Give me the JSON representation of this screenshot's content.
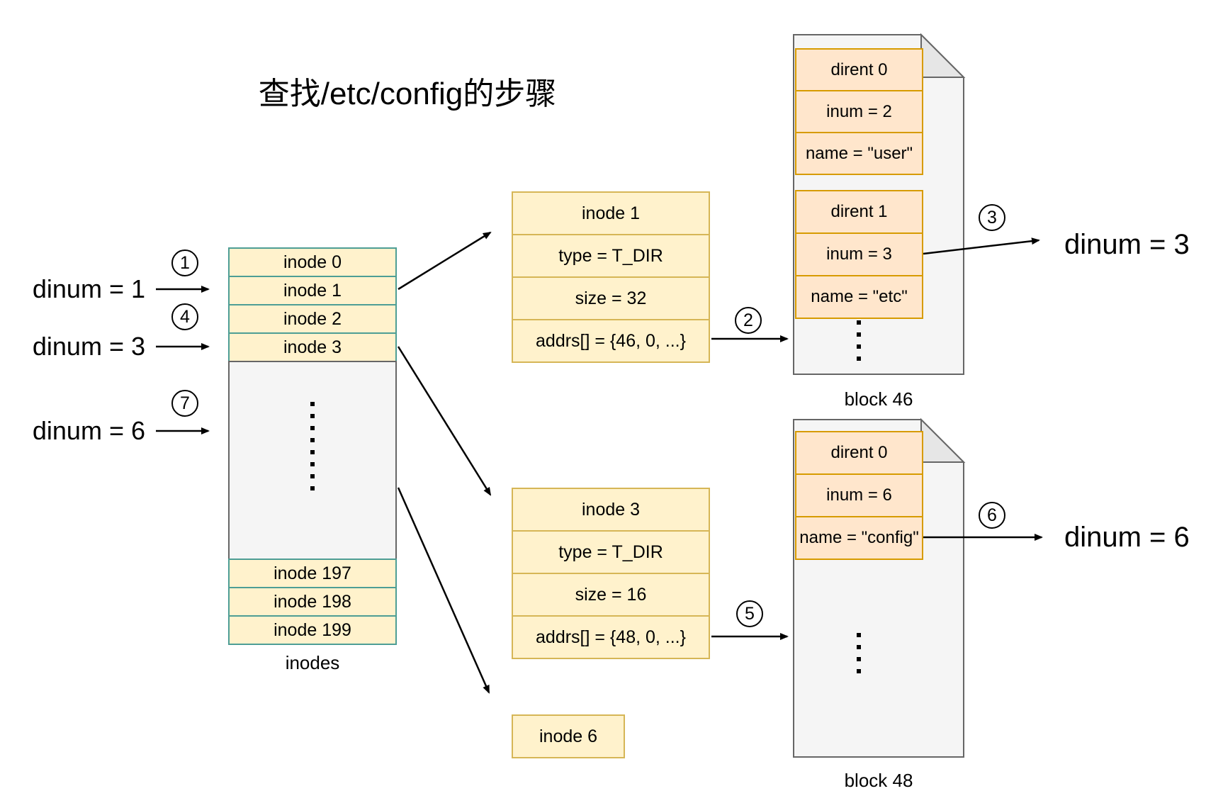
{
  "title": "查找/etc/config的步骤",
  "left_queries": [
    {
      "step": "1",
      "label": "dinum = 1"
    },
    {
      "step": "4",
      "label": "dinum = 3"
    },
    {
      "step": "7",
      "label": "dinum = 6"
    }
  ],
  "inodes_table": {
    "caption": "inodes",
    "top_rows": [
      "inode 0",
      "inode 1",
      "inode 2",
      "inode 3"
    ],
    "bottom_rows": [
      "inode 197",
      "inode 198",
      "inode 199"
    ]
  },
  "inode_boxes": {
    "inode1": {
      "rows": [
        "inode 1",
        "type = T_DIR",
        "size = 32",
        "addrs[] = {46, 0, ...}"
      ]
    },
    "inode3": {
      "rows": [
        "inode 3",
        "type = T_DIR",
        "size = 16",
        "addrs[] = {48, 0, ...}"
      ]
    },
    "inode6": {
      "label": "inode 6"
    }
  },
  "blocks": {
    "block46": {
      "caption": "block 46",
      "dirent0": {
        "rows": [
          "dirent 0",
          "inum = 2",
          "name = \"user\""
        ]
      },
      "dirent1": {
        "rows": [
          "dirent 1",
          "inum = 3",
          "name = \"etc\""
        ]
      }
    },
    "block48": {
      "caption": "block 48",
      "dirent0": {
        "rows": [
          "dirent 0",
          "inum = 6",
          "name = \"config\""
        ]
      }
    }
  },
  "step_badges": {
    "step2": "2",
    "step3": "3",
    "step5": "5",
    "step6": "6"
  },
  "results": [
    {
      "label": "dinum = 3"
    },
    {
      "label": "dinum = 6"
    }
  ],
  "colors": {
    "yellow_fill": "#FFF2CC",
    "yellow_stroke": "#D6B656",
    "teal_stroke": "#4D9E95",
    "orange_fill": "#FFE6CC",
    "orange_stroke": "#D79B00",
    "gray_fill": "#F5F5F5",
    "gray_stroke": "#666666",
    "arrow_color": "#000000"
  }
}
